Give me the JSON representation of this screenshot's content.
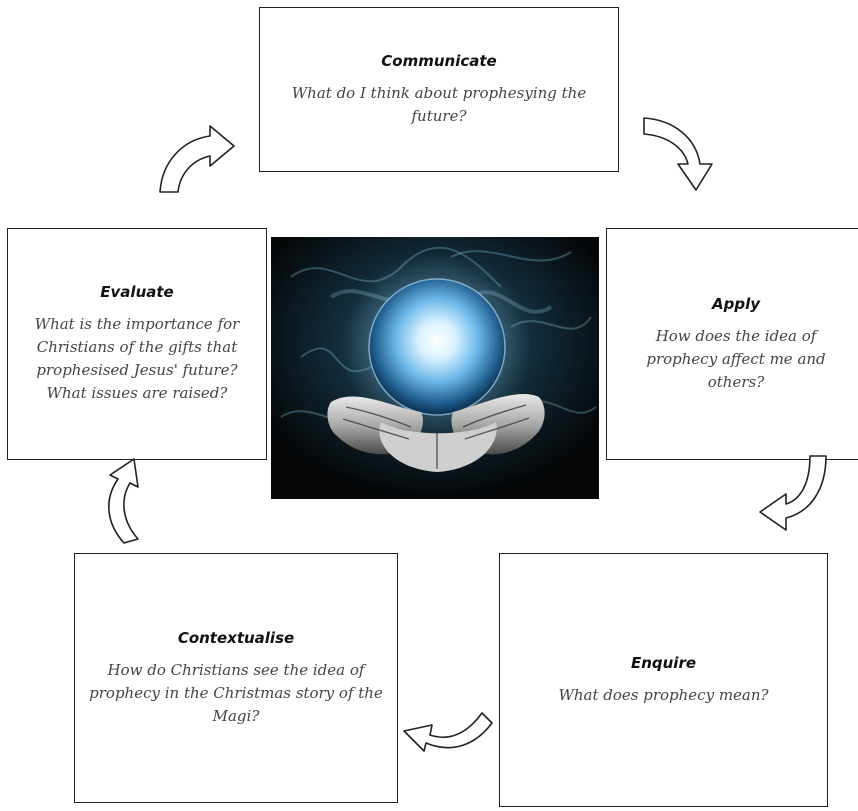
{
  "boxes": {
    "communicate": {
      "title": "Communicate",
      "question": "What do I think about prophesying the future?"
    },
    "apply": {
      "title": "Apply",
      "question": "How does the idea of prophecy affect me and others?"
    },
    "enquire": {
      "title": "Enquire",
      "question": "What does prophecy mean?"
    },
    "contextualise": {
      "title": "Contextualise",
      "question": "How do Christians see the idea of prophecy in the Christmas story of the Magi?"
    },
    "evaluate": {
      "title": "Evaluate",
      "question": "What is the importance for Christians of the gifts that prophesised Jesus' future? What issues are raised?"
    }
  },
  "colors": {
    "box_border": "#222222",
    "text": "#444444",
    "title": "#111111",
    "orb_glow": "#8fd3ff",
    "background": "#ffffff"
  },
  "icons": {
    "arrows": "curved-arrow-icon",
    "image": "crystal-ball-in-hands"
  }
}
